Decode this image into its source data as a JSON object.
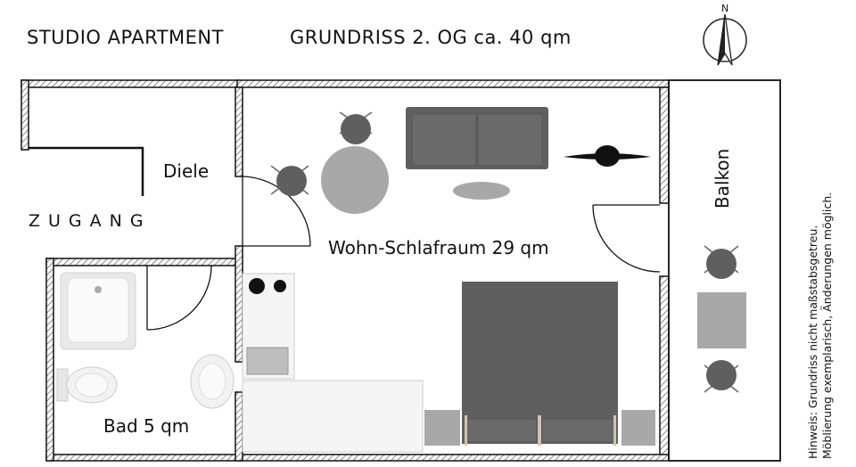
{
  "title": {
    "left": "STUDIO APARTMENT",
    "right": "GRUNDRISS 2. OG ca. 40 qm"
  },
  "compass": {
    "label": "N"
  },
  "rooms": {
    "diele": "Diele",
    "zugang": "ZUGANG",
    "wohn": "Wohn-Schlafraum 29 qm",
    "bad": "Bad 5 qm",
    "balkon": "Balkon"
  },
  "note": {
    "line1": "Hinweis: Grundriss nicht maßstabsgetreu.",
    "line2": "Möblierung exemplarisch, Änderungen möglich."
  },
  "colors": {
    "wall": "#111111",
    "furniture_dark": "#5f5f5f",
    "furniture_light": "#a8a8a8",
    "fixture": "#dcdcdc"
  }
}
